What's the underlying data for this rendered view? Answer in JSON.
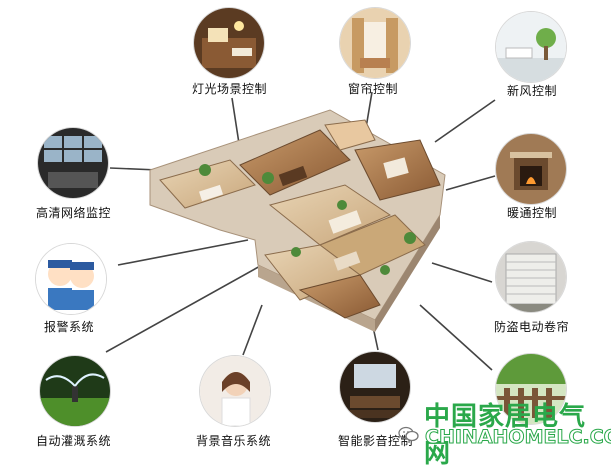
{
  "center": {
    "icon": "floorplan-3d-icon"
  },
  "features": [
    {
      "id": "lighting",
      "label": "灯光场景控制",
      "icon": "lighting-room-icon"
    },
    {
      "id": "curtain",
      "label": "窗帘控制",
      "icon": "curtain-room-icon"
    },
    {
      "id": "fresh-air",
      "label": "新风控制",
      "icon": "fresh-air-room-icon"
    },
    {
      "id": "hd-monitor",
      "label": "高清网络监控",
      "icon": "monitor-screens-icon"
    },
    {
      "id": "heating",
      "label": "暖通控制",
      "icon": "fireplace-room-icon"
    },
    {
      "id": "alarm",
      "label": "报警系统",
      "icon": "police-cartoon-icon"
    },
    {
      "id": "shutter",
      "label": "防盗电动卷帘",
      "icon": "rolling-shutter-icon"
    },
    {
      "id": "irrigation",
      "label": "自动灌溉系统",
      "icon": "sprinkler-icon"
    },
    {
      "id": "music",
      "label": "背景音乐系统",
      "icon": "woman-music-icon"
    },
    {
      "id": "cinema",
      "label": "智能影音控制",
      "icon": "home-cinema-icon"
    },
    {
      "id": "extra",
      "label": "",
      "icon": "garden-fence-icon"
    }
  ],
  "watermark": {
    "cn": "中国家居电气网",
    "en": "CHINAHOMELC.COM",
    "icon": "wechat-icon"
  },
  "colors": {
    "line": "#444444",
    "watermark": "#2aa84a"
  }
}
